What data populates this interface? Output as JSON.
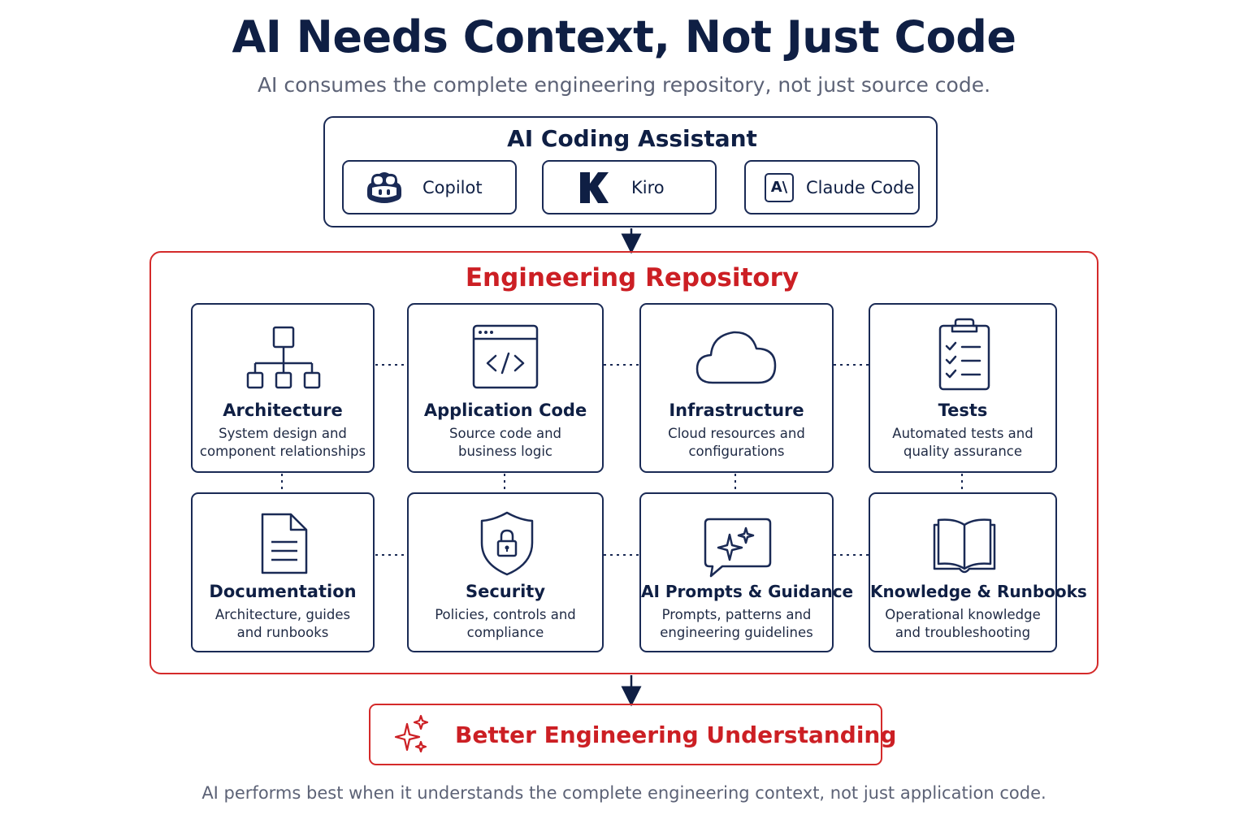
{
  "header": {
    "title": "AI Needs Context, Not Just Code",
    "subtitle": "AI consumes the complete engineering repository, not just source code."
  },
  "assistant": {
    "title": "AI Coding Assistant",
    "tools": [
      {
        "label": "Copilot",
        "icon": "copilot-icon"
      },
      {
        "label": "Kiro",
        "icon": "kiro-icon"
      },
      {
        "label": "Claude Code",
        "icon": "anthropic-icon",
        "icon_text": "A\\"
      }
    ]
  },
  "repository": {
    "title": "Engineering Repository",
    "cards": [
      {
        "title": "Architecture",
        "desc_line1": "System design and",
        "desc_line2": "component relationships",
        "icon": "hierarchy-icon"
      },
      {
        "title": "Application Code",
        "desc_line1": "Source code and",
        "desc_line2": "business logic",
        "icon": "code-window-icon"
      },
      {
        "title": "Infrastructure",
        "desc_line1": "Cloud resources and",
        "desc_line2": "configurations",
        "icon": "cloud-icon"
      },
      {
        "title": "Tests",
        "desc_line1": "Automated tests and",
        "desc_line2": "quality assurance",
        "icon": "clipboard-checklist-icon"
      },
      {
        "title": "Documentation",
        "desc_line1": "Architecture, guides",
        "desc_line2": "and runbooks",
        "icon": "document-icon"
      },
      {
        "title": "Security",
        "desc_line1": "Policies, controls and",
        "desc_line2": "compliance",
        "icon": "shield-lock-icon"
      },
      {
        "title": "AI Prompts & Guidance",
        "desc_line1": "Prompts, patterns and",
        "desc_line2": "engineering guidelines",
        "icon": "chat-sparkle-icon"
      },
      {
        "title": "Knowledge & Runbooks",
        "desc_line1": "Operational knowledge",
        "desc_line2": "and troubleshooting",
        "icon": "open-book-icon"
      }
    ]
  },
  "outcome": {
    "label": "Better Engineering Understanding",
    "icon": "sparkles-icon"
  },
  "footer": {
    "text": "AI performs best when it understands the complete engineering context, not just application code."
  },
  "colors": {
    "navy": "#0f1f44",
    "accent_red": "#cc1f24",
    "muted_text": "#5c6276"
  }
}
